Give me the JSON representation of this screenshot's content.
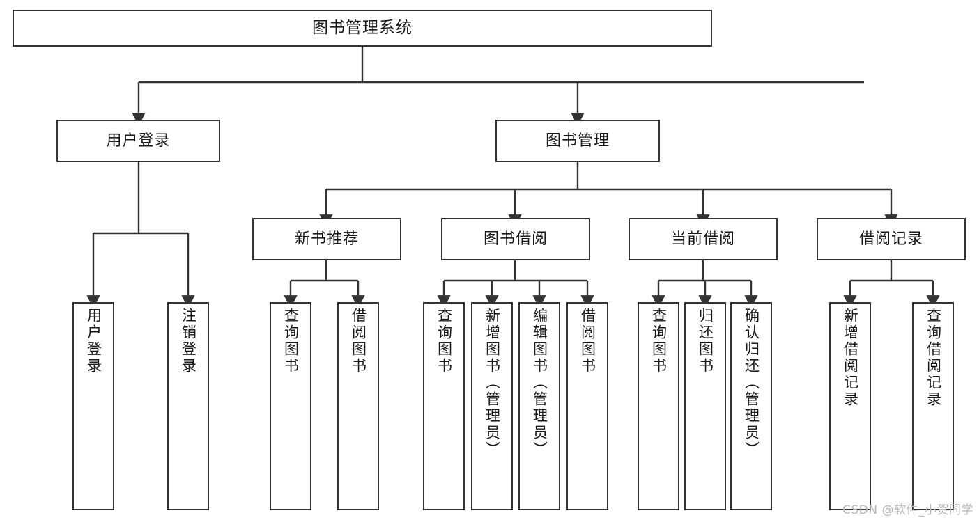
{
  "diagram": {
    "title": "图书管理系统",
    "type": "tree",
    "watermark": "CSDN @软件_小贺同学",
    "colors": {
      "box_border": "#333333",
      "box_fill": "#ffffff",
      "edge": "#333333",
      "text": "#1a1a1a",
      "watermark": "#b9b9b9"
    },
    "root": {
      "label": "图书管理系统"
    },
    "level2": [
      {
        "label": "用户登录"
      },
      {
        "label": "图书管理"
      }
    ],
    "level3": [
      {
        "label": "新书推荐"
      },
      {
        "label": "图书借阅"
      },
      {
        "label": "当前借阅"
      },
      {
        "label": "借阅记录"
      }
    ],
    "leaves": {
      "user_login": [
        {
          "label": "用户登录"
        },
        {
          "label": "注销登录"
        }
      ],
      "new_book_recommend": [
        {
          "label": "查询图书"
        },
        {
          "label": "借阅图书"
        }
      ],
      "book_borrow": [
        {
          "label": "查询图书"
        },
        {
          "label": "新增图书（管理员）"
        },
        {
          "label": "编辑图书（管理员）"
        },
        {
          "label": "借阅图书"
        }
      ],
      "current_borrow": [
        {
          "label": "查询图书"
        },
        {
          "label": "归还图书"
        },
        {
          "label": "确认归还（管理员）"
        }
      ],
      "borrow_record": [
        {
          "label": "新增借阅记录"
        },
        {
          "label": "查询借阅记录"
        }
      ]
    }
  }
}
